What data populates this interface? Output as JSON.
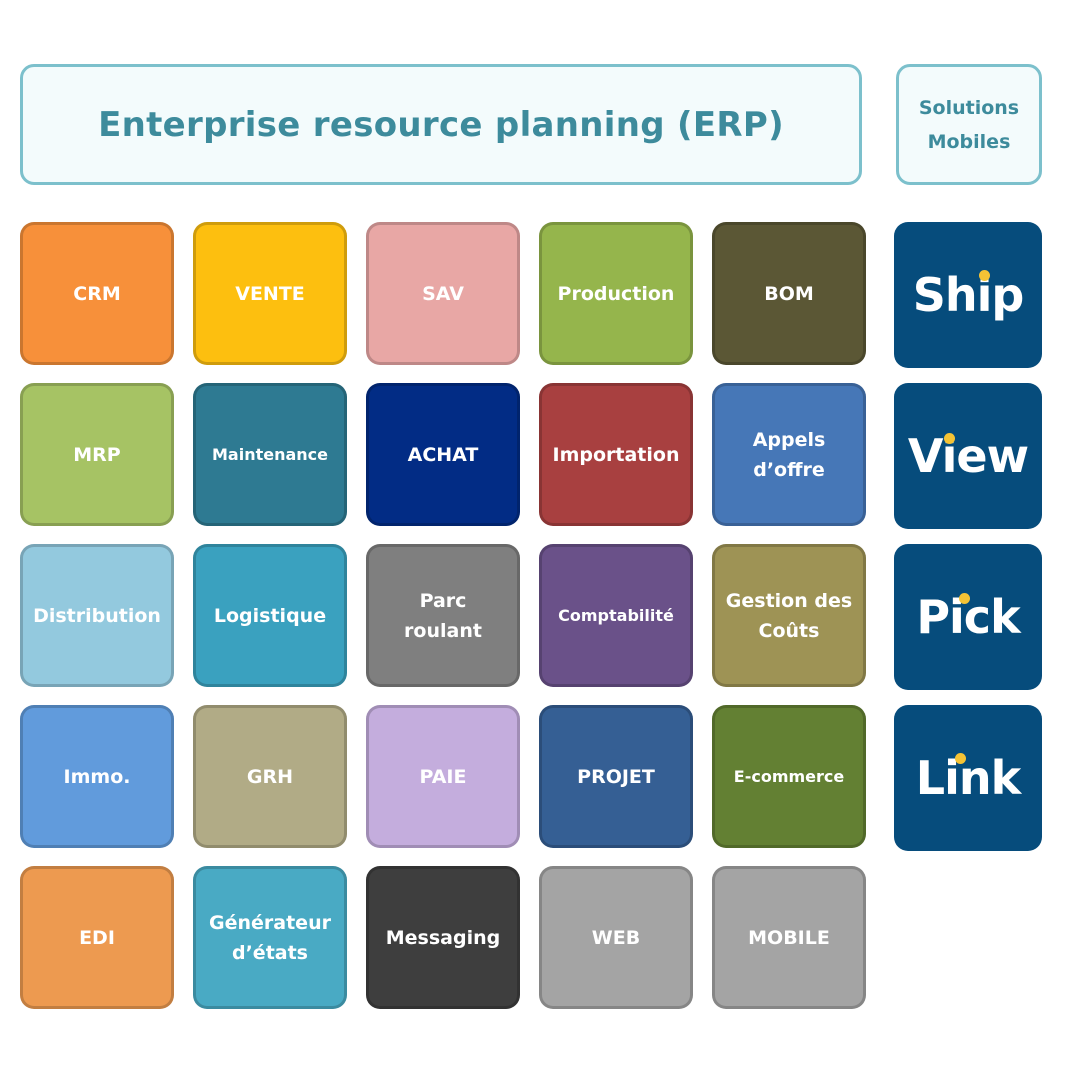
{
  "header": {
    "title": "Enterprise resource planning (ERP)"
  },
  "side_header": {
    "line1": "Solutions",
    "line2": "Mobiles"
  },
  "modules": [
    {
      "label": "CRM",
      "color": "#f7903a"
    },
    {
      "label": "VENTE",
      "color": "#fdbf0f"
    },
    {
      "label": "SAV",
      "color": "#e8a7a5"
    },
    {
      "label": "Production",
      "color": "#95b54c"
    },
    {
      "label": "BOM",
      "color": "#5b5735"
    },
    {
      "label": "MRP",
      "color": "#a6c364"
    },
    {
      "label": "Maintenance",
      "color": "#2e7a92",
      "small": true
    },
    {
      "label": "ACHAT",
      "color": "#022c85"
    },
    {
      "label": "Importation",
      "color": "#a84040"
    },
    {
      "label": "Appels\nd’offre",
      "color": "#4677b7"
    },
    {
      "label": "Distribution",
      "color": "#93c9de"
    },
    {
      "label": "Logistique",
      "color": "#3aa1bf"
    },
    {
      "label": "Parc\nroulant",
      "color": "#7f7f7f"
    },
    {
      "label": "Comptabilité",
      "color": "#6a5189",
      "small": true
    },
    {
      "label": "Gestion des\nCoûts",
      "color": "#9e9355"
    },
    {
      "label": "Immo.",
      "color": "#619bdc"
    },
    {
      "label": "GRH",
      "color": "#b1ab86"
    },
    {
      "label": "PAIE",
      "color": "#c4addd"
    },
    {
      "label": "PROJET",
      "color": "#355f94"
    },
    {
      "label": "E-commerce",
      "color": "#638033",
      "small": true
    },
    {
      "label": "EDI",
      "color": "#ed9a50"
    },
    {
      "label": "Générateur\nd’états",
      "color": "#49aac4"
    },
    {
      "label": "Messaging",
      "color": "#3e3e3e"
    },
    {
      "label": "WEB",
      "color": "#a4a4a4"
    },
    {
      "label": "MOBILE",
      "color": "#a4a4a4"
    }
  ],
  "apps": [
    {
      "label": "Ship",
      "color": "#064c7c",
      "dot_color": "#f5c335"
    },
    {
      "label": "View",
      "color": "#064c7c",
      "dot_color": "#f5c335"
    },
    {
      "label": "Pick",
      "color": "#064c7c",
      "dot_color": "#f5c335"
    },
    {
      "label": "Link",
      "color": "#064c7c",
      "dot_color": "#f5c335"
    }
  ]
}
